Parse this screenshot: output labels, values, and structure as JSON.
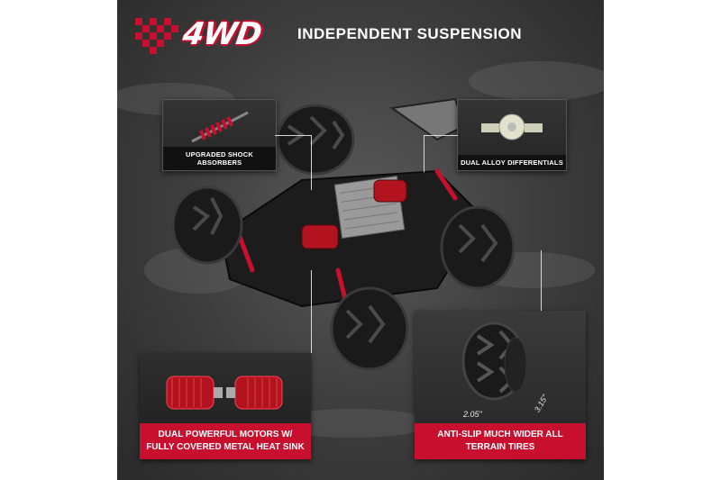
{
  "header": {
    "badge": "4WD",
    "title": "INDEPENDENT SUSPENSION"
  },
  "features": {
    "shock": "UPGRADED SHOCK ABSORBERS",
    "diff": "DUAL ALLOY DIFFERENTIALS",
    "motors_line1": "DUAL POWERFUL MOTORS W/",
    "motors_line2": "FULLY COVERED METAL HEAT SINK",
    "tires_line1": "ANTI-SLIP MUCH WIDER ALL",
    "tires_line2": "TERRAIN TIRES"
  },
  "tire_dimensions": {
    "width": "2.05\"",
    "diameter": "3.15\""
  },
  "colors": {
    "accent": "#c8102e",
    "background": "#3c3c3c"
  }
}
